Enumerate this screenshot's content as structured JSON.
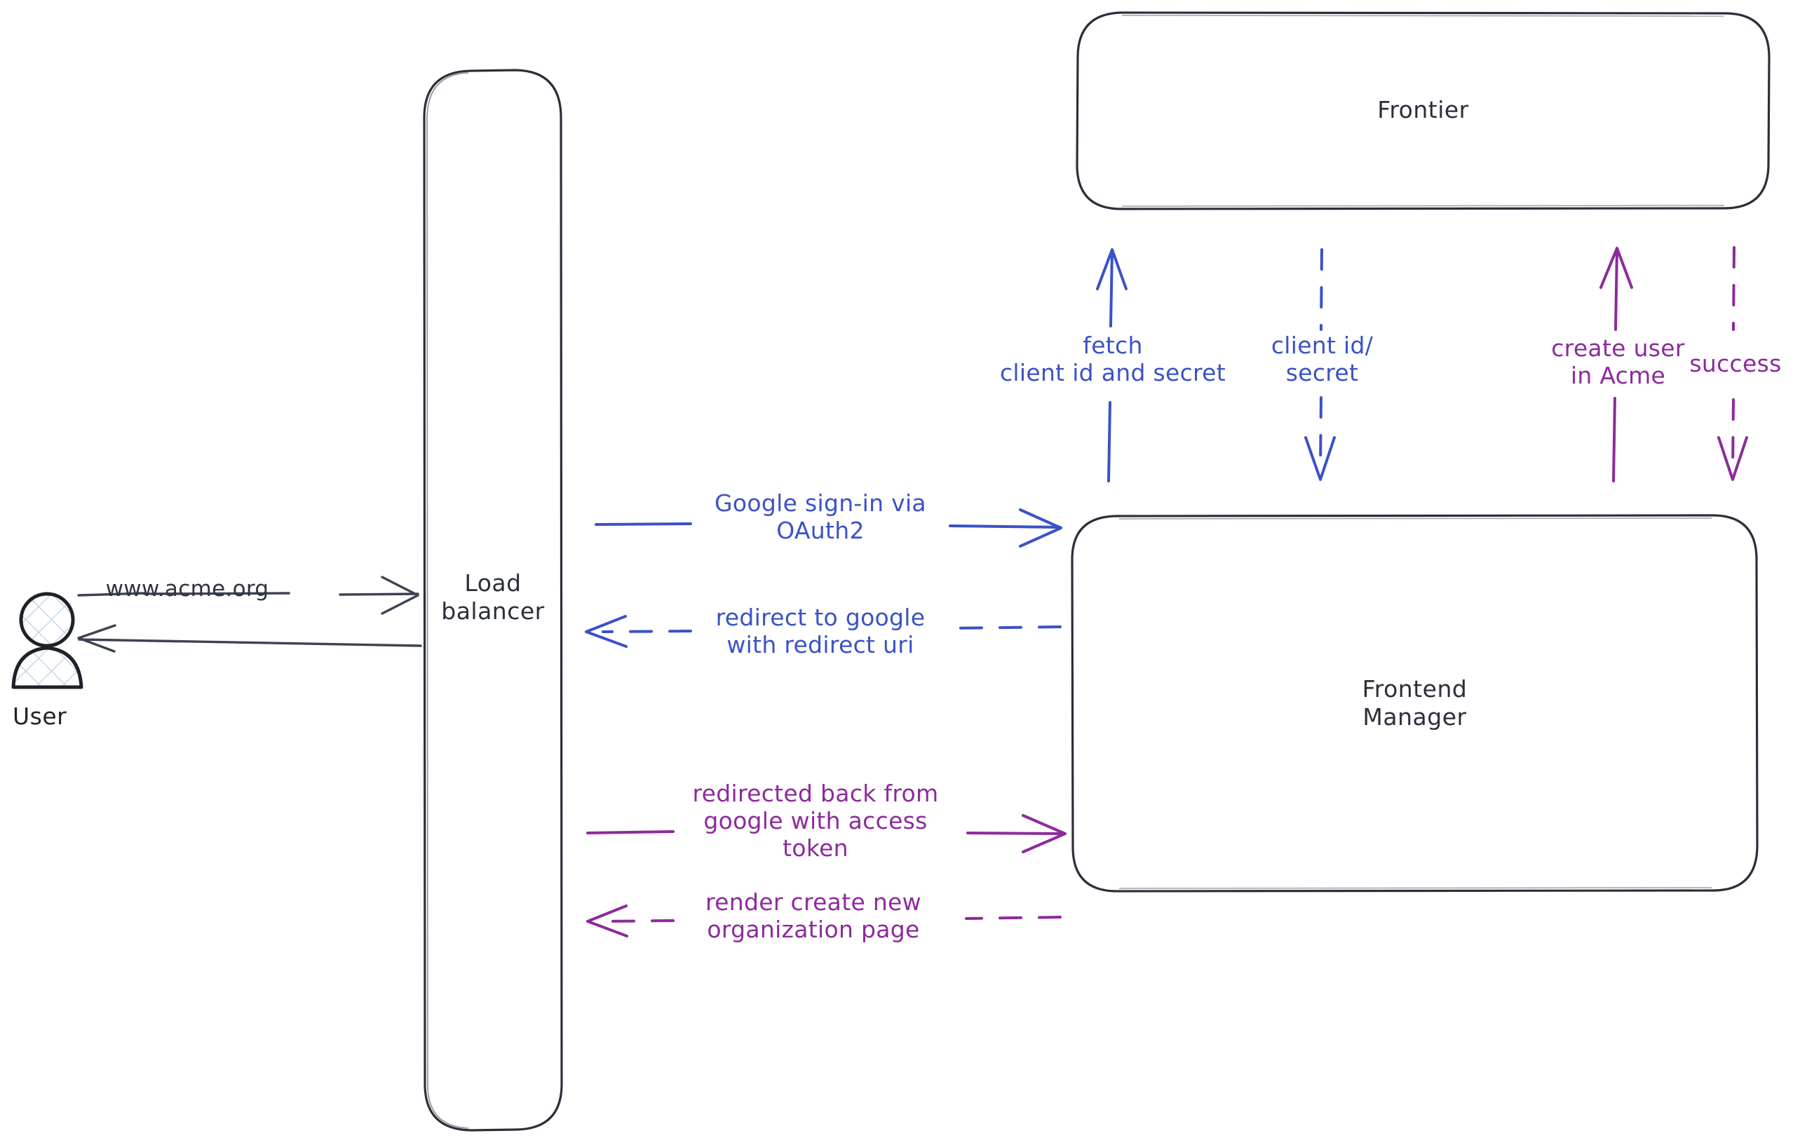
{
  "diagram": {
    "title": "Google OAuth2 sign-in sequence",
    "background": "#ffffff",
    "colors": {
      "stroke_dark": "#2a2f3a",
      "blue": "#3a52c6",
      "purple": "#8d2a9c",
      "actor_fill_hatch": "#c9d6e8"
    }
  },
  "actors": [
    {
      "id": "user",
      "name": "User",
      "label": "User"
    }
  ],
  "nodes": [
    {
      "id": "load-balancer",
      "label": "Load\nbalancer",
      "shape": "rounded-rectangle"
    },
    {
      "id": "frontier",
      "label": "Frontier",
      "shape": "rounded-rectangle"
    },
    {
      "id": "frontend-manager",
      "label": "Frontend\nManager",
      "shape": "rounded-rectangle"
    }
  ],
  "edges": [
    {
      "id": "user-to-lb",
      "label": "www.acme.org",
      "color": "#2a2f3a",
      "style": "solid",
      "direction": "right",
      "from": "user",
      "to": "load-balancer"
    },
    {
      "id": "lb-to-user",
      "label": "",
      "color": "#2a2f3a",
      "style": "solid",
      "direction": "left",
      "from": "load-balancer",
      "to": "user"
    },
    {
      "id": "fetch-client-id-and-secret",
      "label": "fetch\nclient id and secret",
      "color": "#3a52c6",
      "style": "solid",
      "direction": "up",
      "from": "frontend-manager",
      "to": "frontier"
    },
    {
      "id": "client-id-secret",
      "label": "client id/\nsecret",
      "color": "#3a52c6",
      "style": "dashed",
      "direction": "down",
      "from": "frontier",
      "to": "frontend-manager"
    },
    {
      "id": "create-user-in-acme",
      "label": "create user\nin Acme",
      "color": "#8d2a9c",
      "style": "solid",
      "direction": "up",
      "from": "frontend-manager",
      "to": "frontier"
    },
    {
      "id": "success",
      "label": "success",
      "color": "#8d2a9c",
      "style": "dashed",
      "direction": "down",
      "from": "frontier",
      "to": "frontend-manager"
    },
    {
      "id": "google-signin-via-oauth2",
      "label": "Google sign-in via\nOAuth2",
      "color": "#3a52c6",
      "style": "solid",
      "direction": "right",
      "from": "load-balancer",
      "to": "frontend-manager"
    },
    {
      "id": "redirect-to-google",
      "label": "redirect to google\nwith redirect uri",
      "color": "#3a52c6",
      "style": "dashed",
      "direction": "left",
      "from": "frontend-manager",
      "to": "load-balancer"
    },
    {
      "id": "redirected-back-from-google",
      "label": "redirected back from\ngoogle with access\ntoken",
      "color": "#8d2a9c",
      "style": "solid",
      "direction": "right",
      "from": "load-balancer",
      "to": "frontend-manager"
    },
    {
      "id": "render-create-new-organization-page",
      "label": "render create new\norganization page",
      "color": "#8d2a9c",
      "style": "dashed",
      "direction": "left",
      "from": "frontend-manager",
      "to": "load-balancer"
    }
  ]
}
